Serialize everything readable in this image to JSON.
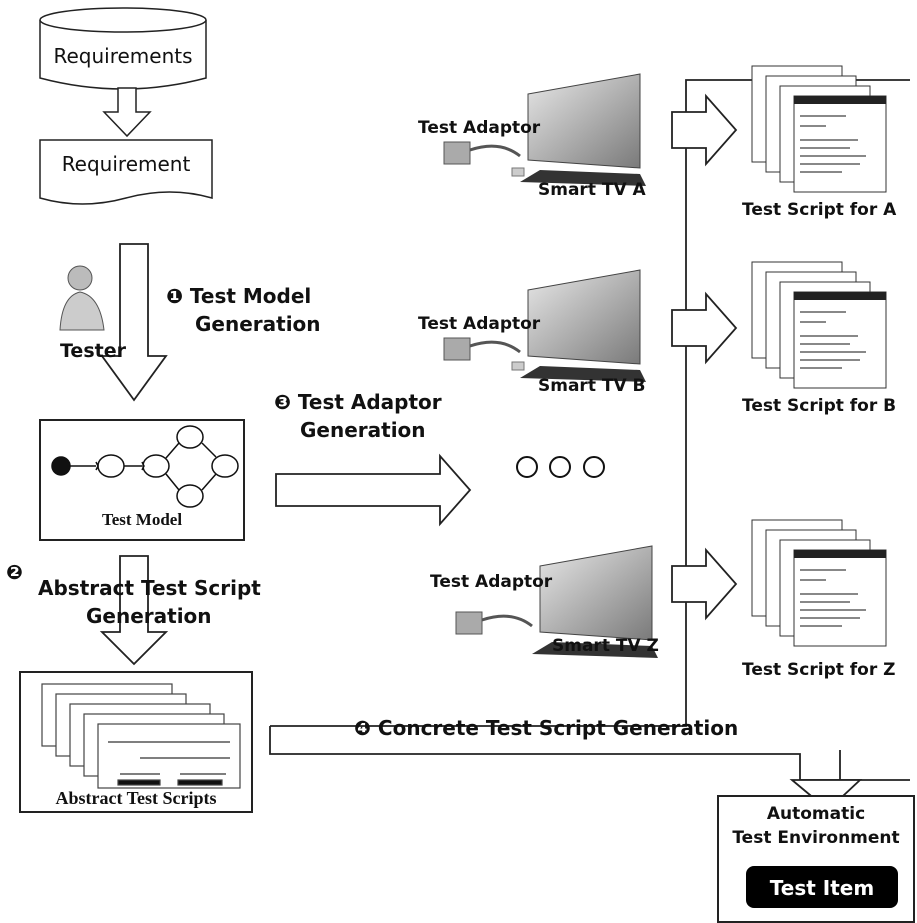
{
  "requirements_db": "Requirements",
  "requirement_doc": "Requirement",
  "tester": "Tester",
  "step1": {
    "marker": "❶",
    "line1": "Test Model",
    "line2": "Generation"
  },
  "test_model": "Test Model",
  "step2": {
    "marker": "❷",
    "line1": "Abstract Test Script",
    "line2": "Generation"
  },
  "abstract_scripts": "Abstract Test Scripts",
  "step3": {
    "marker": "❸",
    "line1": "Test Adaptor",
    "line2": "Generation"
  },
  "step4": {
    "marker": "❹",
    "text": "Concrete Test Script Generation"
  },
  "ellipsis": "OOO",
  "devices": [
    {
      "adaptor": "Test Adaptor",
      "tv": "Smart TV A",
      "script": "Test Script for A"
    },
    {
      "adaptor": "Test Adaptor",
      "tv": "Smart TV B",
      "script": "Test Script for B"
    },
    {
      "adaptor": "Test Adaptor",
      "tv": "Smart TV Z",
      "script": "Test Script for Z"
    }
  ],
  "env": {
    "line1": "Automatic",
    "line2": "Test Environment",
    "item": "Test Item"
  }
}
